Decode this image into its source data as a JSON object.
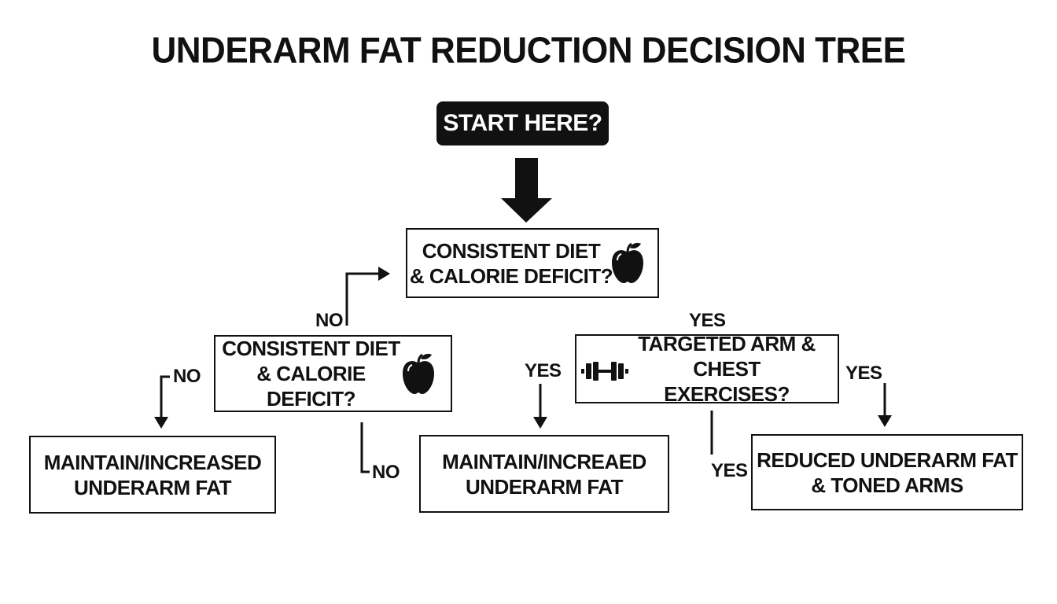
{
  "title": "UNDERARM FAT REDUCTION DECISION TREE",
  "start": "START HERE?",
  "nodes": {
    "q_top": {
      "line1": "CONSISTENT DIET",
      "line2": "& CALORIE DEFICIT?",
      "icon": "apple-icon"
    },
    "q_left": {
      "line1": "CONSISTENT DIET",
      "line2": "& CALORIE DEFICIT?",
      "icon": "apple-icon"
    },
    "q_exercise": {
      "line1": "TARGETED ARM & CHEST",
      "line2": "EXERCISES?",
      "icon": "dumbbell-icon"
    },
    "out_left": {
      "line1": "MAINTAIN/INCREASED",
      "line2": "UNDERARM FAT"
    },
    "out_middle": {
      "line1": "MAINTAIN/INCREAED",
      "line2": "UNDERARM FAT"
    },
    "out_right": {
      "line1": "REDUCED UNDERARM FAT",
      "line2": "& TONED ARMS"
    }
  },
  "edges": {
    "no_up": "NO",
    "yes_top": "YES",
    "no_left": "NO",
    "yes_middle": "YES",
    "no_bottom": "NO",
    "yes_right": "YES",
    "yes_bottom": "YES"
  }
}
